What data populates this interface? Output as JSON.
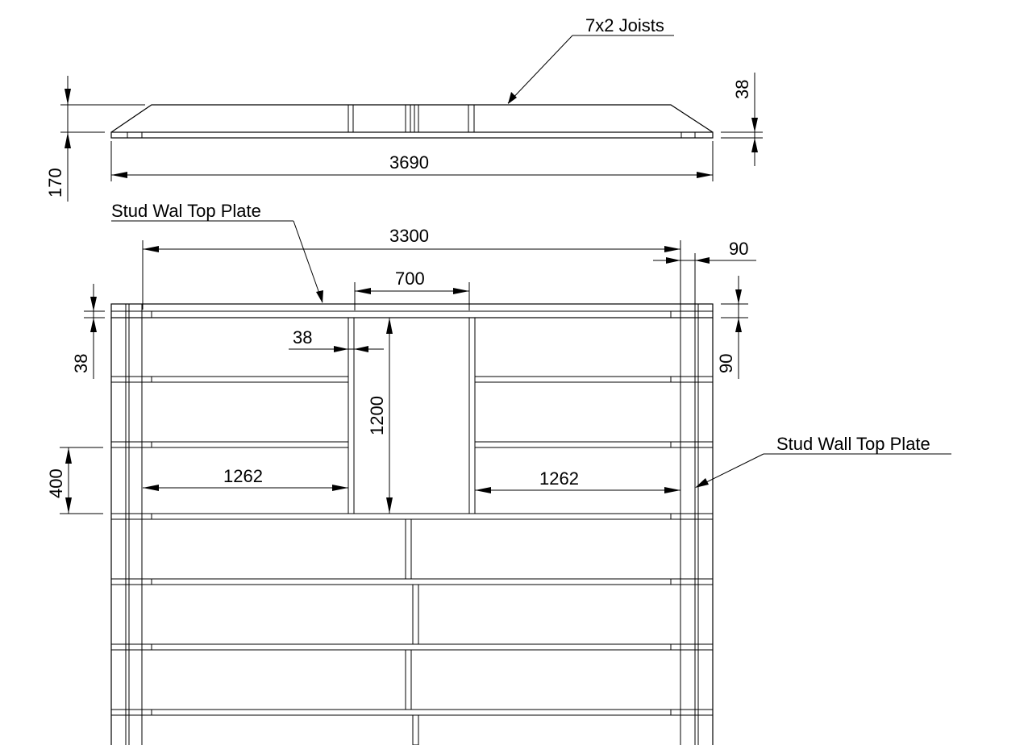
{
  "labels": {
    "joists": "7x2 Joists",
    "top_plate_left": "Stud Wal Top Plate",
    "top_plate_right": "Stud Wall Top Plate"
  },
  "dimensions": {
    "joist_height": "170",
    "joist_thickness": "38",
    "joist_length": "3690",
    "frame_inner_width": "3300",
    "stud_width": "90",
    "opening_width": "700",
    "plate_thickness": "38",
    "stud_spacing": "400",
    "stud_thickness": "38",
    "opening_height": "1200",
    "left_bay": "1262",
    "right_bay": "1262",
    "right_plate_depth": "90"
  }
}
